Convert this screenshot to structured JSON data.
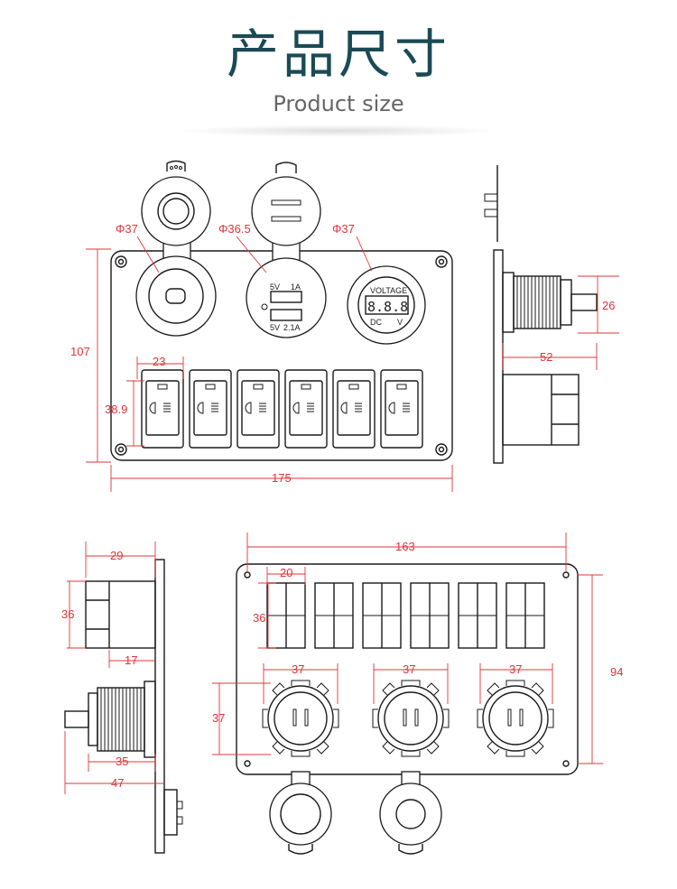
{
  "header": {
    "title_cn": "产品尺寸",
    "title_en": "Product size"
  },
  "colors": {
    "title": "#1a4a55",
    "subtitle": "#666666",
    "dimension": "#e0343a",
    "outline": "#1a1a1a"
  },
  "front_view": {
    "phi_labels": [
      "Φ37",
      "Φ36.5",
      "Φ37"
    ],
    "usb_labels": {
      "top_v": "5V",
      "top_a": "1A",
      "bottom_v": "5V",
      "bottom_a": "2.1A"
    },
    "voltmeter": {
      "top": "VOLTAGE",
      "digits": "8.8.8",
      "dc": "DC",
      "v": "V"
    },
    "dims": {
      "switch_width": "23",
      "switch_height": "38.9",
      "panel_height": "107",
      "panel_width": "175"
    }
  },
  "side_view": {
    "dims": {
      "socket_dia": "26",
      "depth": "52"
    }
  },
  "side_view_2": {
    "dims": {
      "switch_depth": "29",
      "switch_height": "36",
      "switch_inner": "17",
      "socket_depth": "35",
      "total_depth": "47"
    }
  },
  "back_view": {
    "dims": {
      "hole_span": "163",
      "switch_width": "20",
      "switch_height": "36",
      "socket_a": "37",
      "socket_b": "37",
      "socket_c": "37",
      "socket_height": "37",
      "panel_height": "94"
    }
  }
}
